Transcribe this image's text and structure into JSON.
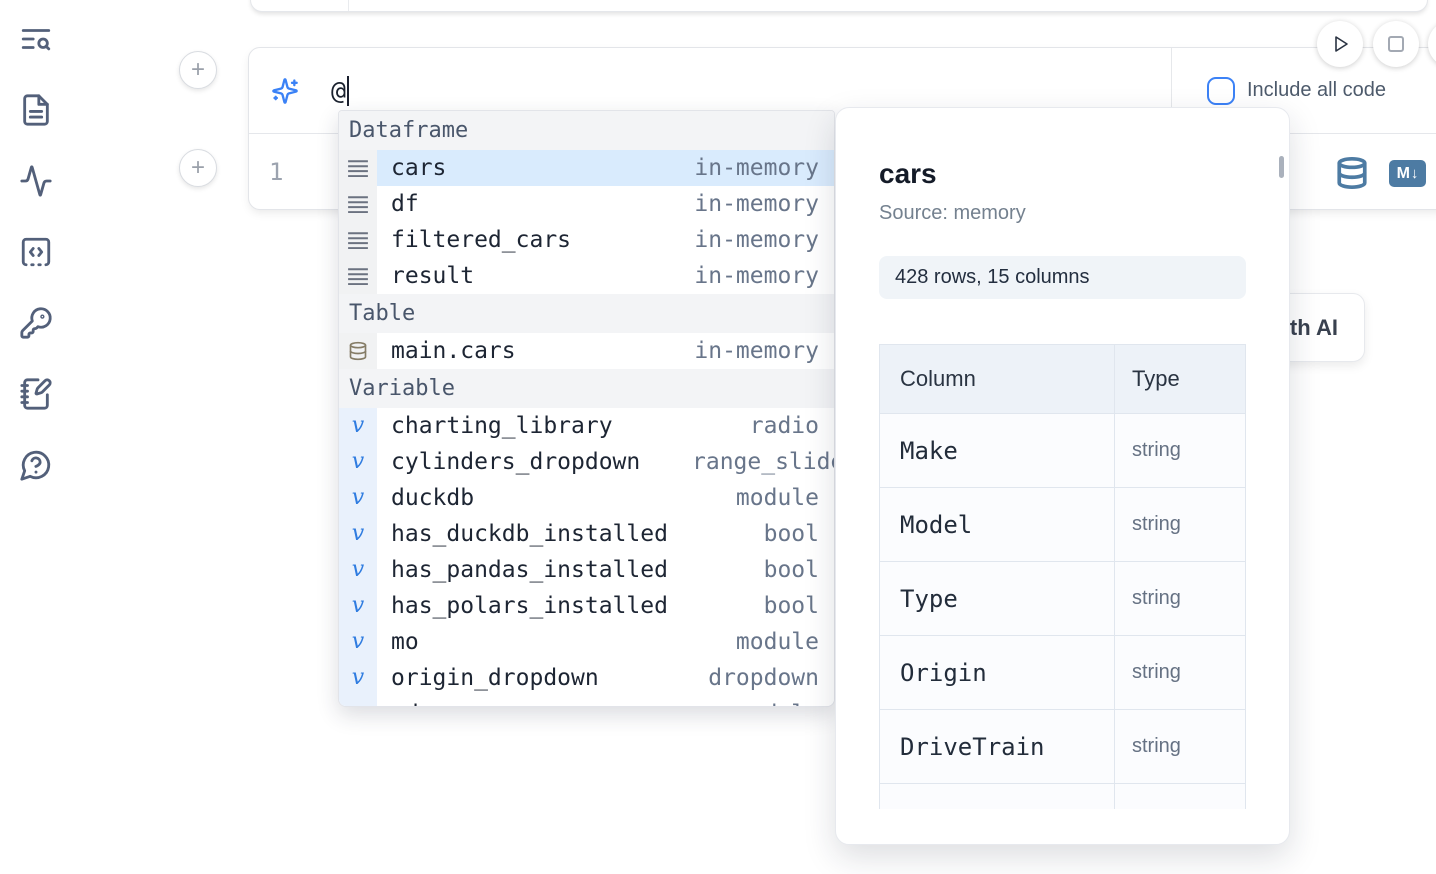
{
  "colors": {
    "accent_blue": "#3b82f6",
    "tool_icon_blue": "#4d7ba3",
    "selected_row_bg": "#d9ebfd"
  },
  "sidebar": {
    "icons": [
      "text-search-icon",
      "file-text-icon",
      "activity-icon",
      "code-block-icon",
      "key-icon",
      "notebook-pen-icon",
      "help-chat-icon"
    ]
  },
  "add_buttons": {
    "label": "+"
  },
  "ai_cell": {
    "prompt_value": "@",
    "include_all_code_label": "Include all code",
    "line_number": "1",
    "markdown_badge": {
      "letter": "M",
      "arrow": "↓"
    }
  },
  "ai_generate_button": {
    "label": "Generate with AI"
  },
  "completion_dropdown": {
    "sections": [
      {
        "label": "Dataframe",
        "items": [
          {
            "label": "cars",
            "type": "in-memory",
            "selected": true
          },
          {
            "label": "df",
            "type": "in-memory"
          },
          {
            "label": "filtered_cars",
            "type": "in-memory"
          },
          {
            "label": "result",
            "type": "in-memory"
          }
        ]
      },
      {
        "label": "Table",
        "items": [
          {
            "label": "main.cars",
            "type": "in-memory"
          }
        ]
      },
      {
        "label": "Variable",
        "items": [
          {
            "label": "charting_library",
            "type": "radio"
          },
          {
            "label": "cylinders_dropdown",
            "type": "range_slider",
            "clipped": true
          },
          {
            "label": "duckdb",
            "type": "module"
          },
          {
            "label": "has_duckdb_installed",
            "type": "bool"
          },
          {
            "label": "has_pandas_installed",
            "type": "bool"
          },
          {
            "label": "has_polars_installed",
            "type": "bool"
          },
          {
            "label": "mo",
            "type": "module"
          },
          {
            "label": "origin_dropdown",
            "type": "dropdown"
          },
          {
            "label": "pd",
            "type": "module",
            "clipped_row": true
          }
        ]
      }
    ]
  },
  "preview_panel": {
    "title": "cars",
    "source": "Source: memory",
    "shape_badge": "428 rows, 15 columns",
    "table": {
      "headers": [
        "Column",
        "Type"
      ],
      "rows": [
        {
          "column": "Make",
          "type": "string"
        },
        {
          "column": "Model",
          "type": "string"
        },
        {
          "column": "Type",
          "type": "string"
        },
        {
          "column": "Origin",
          "type": "string"
        },
        {
          "column": "DriveTrain",
          "type": "string"
        }
      ],
      "partial_row_visible": true
    }
  }
}
